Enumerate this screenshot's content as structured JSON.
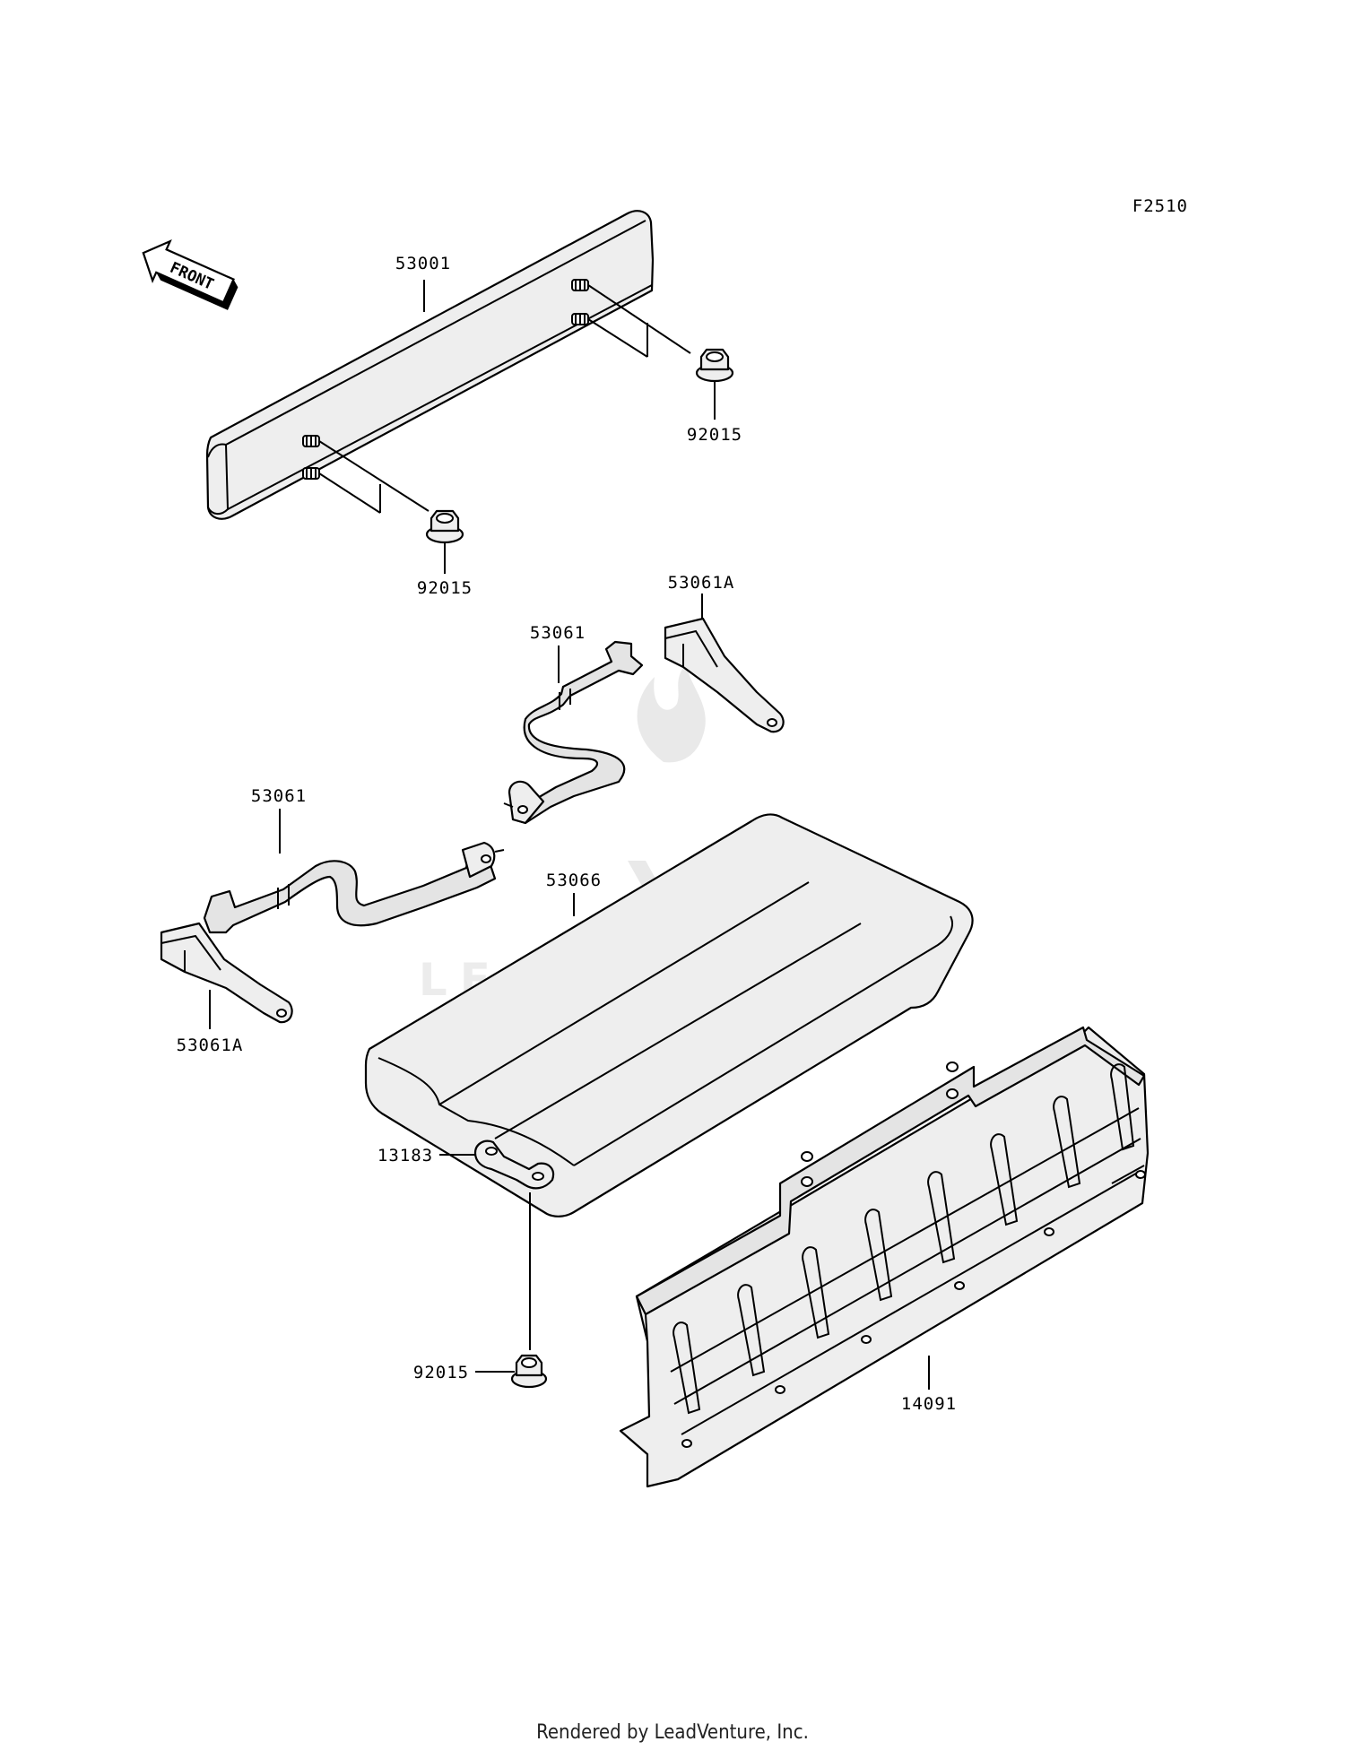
{
  "figure_code": "F2510",
  "front_arrow_text": "FRONT",
  "watermark": "LEADVENTURE",
  "footer": "Rendered by LeadVenture, Inc.",
  "callouts": {
    "box": "53001",
    "nut_upper": "92015",
    "nut_left": "92015",
    "strap_end_right": "53061A",
    "strap_right": "53061",
    "strap_left": "53061",
    "seat_pad": "53066",
    "strap_end_left": "53061A",
    "bracket": "13183",
    "nut_lower": "92015",
    "guard": "14091"
  }
}
